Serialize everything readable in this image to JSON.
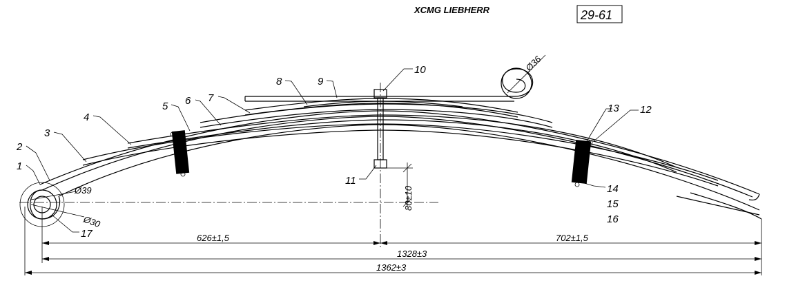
{
  "header": {
    "title": "XCMG LIEBHERR",
    "code": "29-61"
  },
  "callouts": [
    "1",
    "2",
    "3",
    "4",
    "5",
    "6",
    "7",
    "8",
    "9",
    "10",
    "11",
    "12",
    "13",
    "14",
    "15",
    "16",
    "17"
  ],
  "dimensions": {
    "d39": "Ø39",
    "d30": "Ø30",
    "d36": "Ø36",
    "camber": "80±10",
    "left_len": "626±1,5",
    "right_len": "702±1,5",
    "total_inner": "1328±3",
    "total_outer": "1362±3"
  }
}
